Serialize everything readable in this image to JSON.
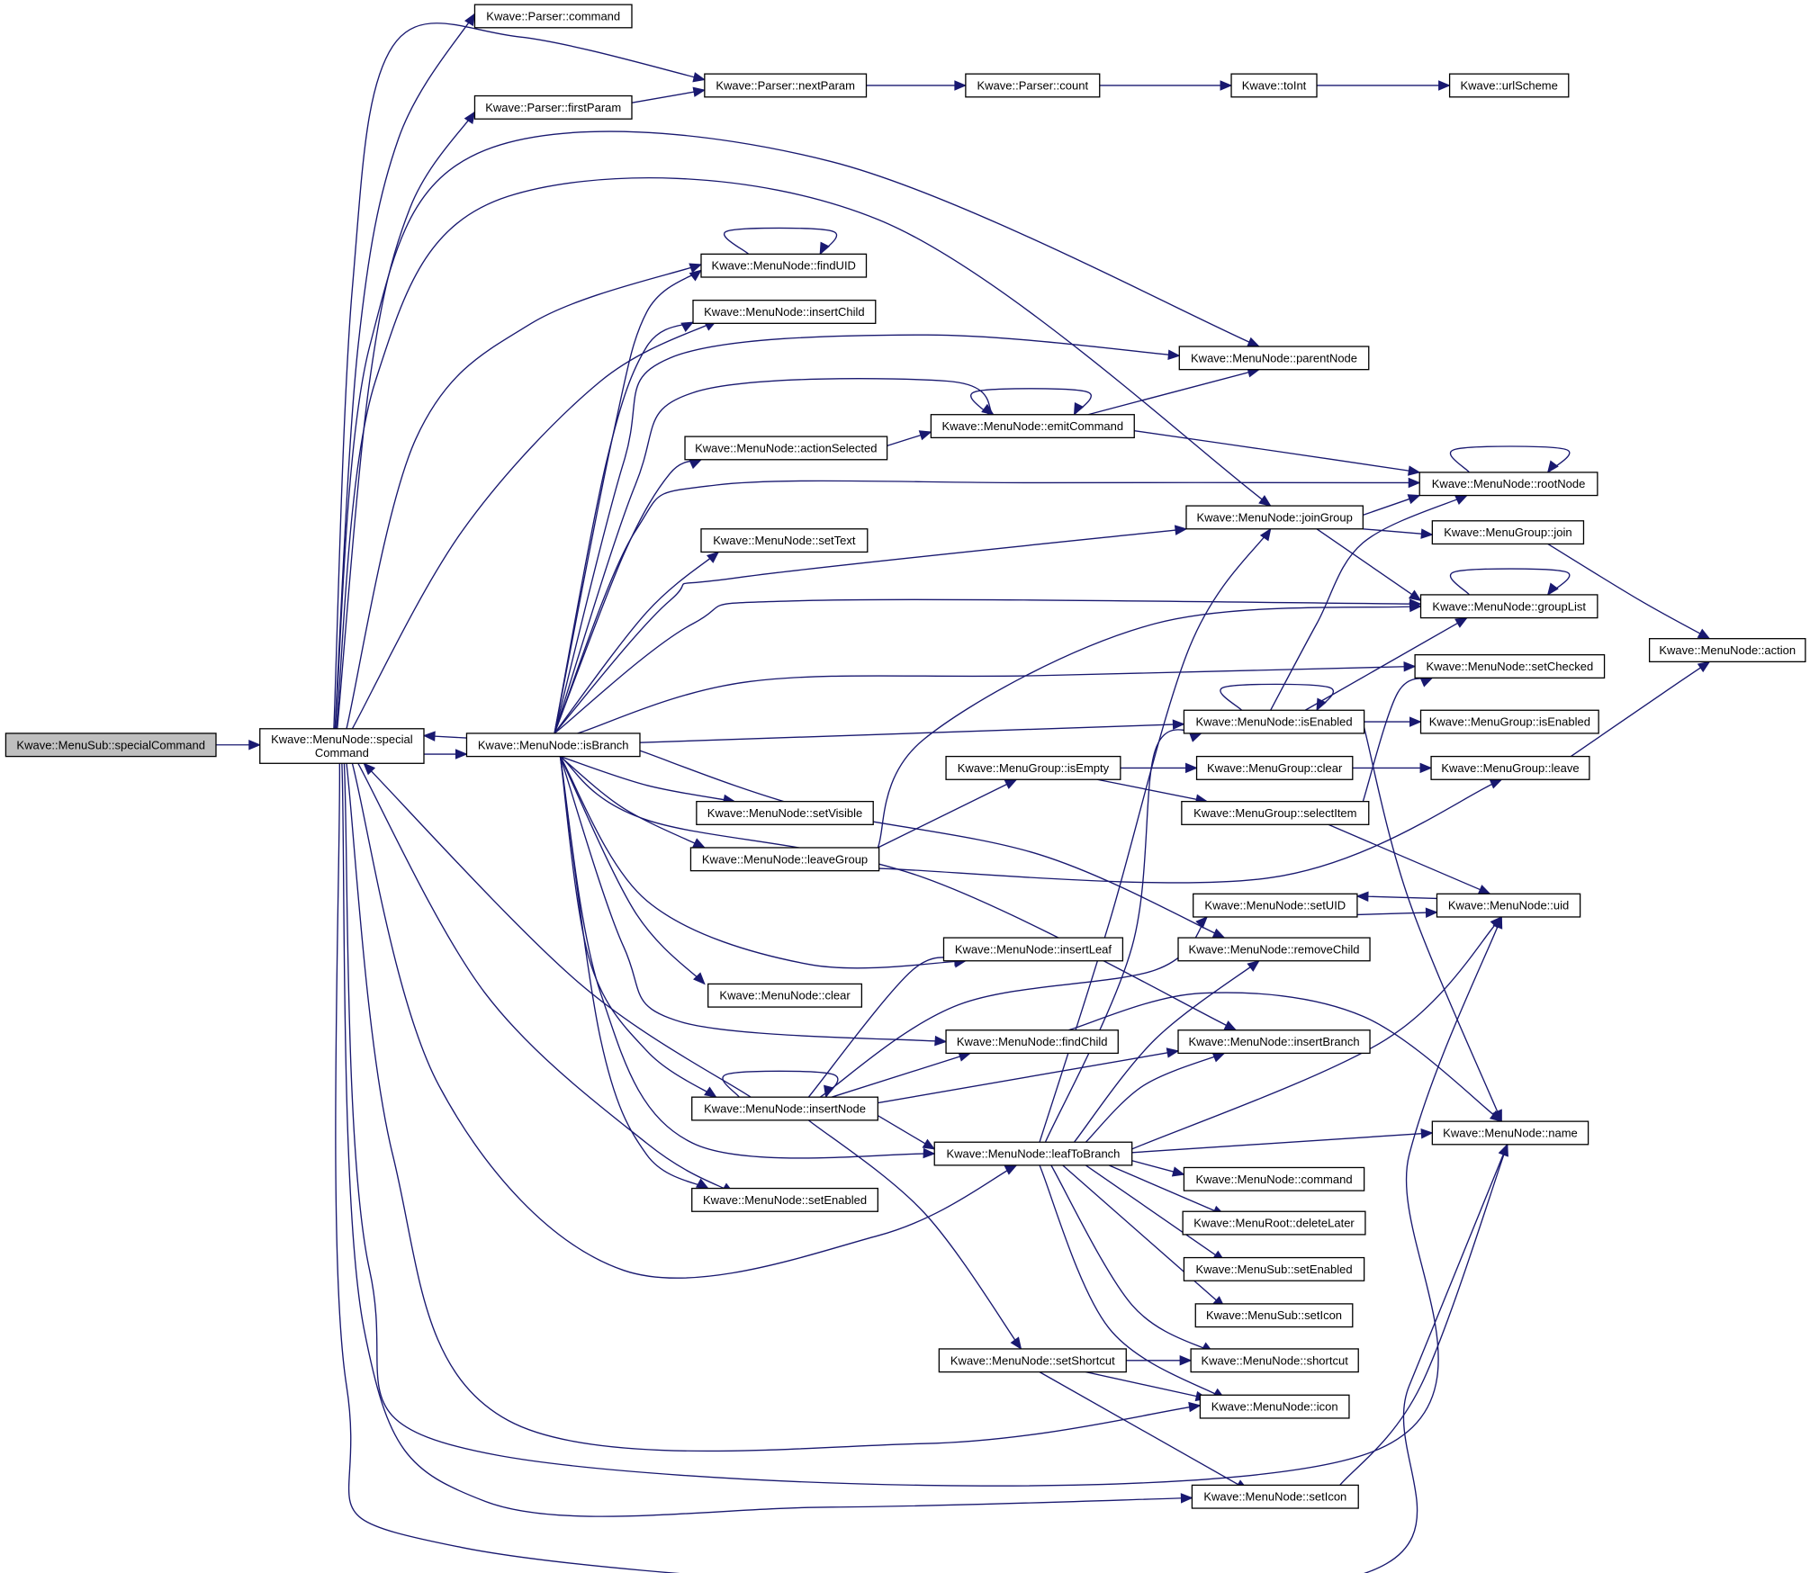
{
  "diagram": {
    "type": "call-graph",
    "edge_color": "#191970",
    "root_fill": "#bfbfbf",
    "nodes": [
      {
        "id": "menusub_specialcommand",
        "label": "Kwave::MenuSub::specialCommand",
        "root": true
      },
      {
        "id": "specialcommand",
        "label": "Kwave::MenuNode::special\nCommand"
      },
      {
        "id": "isbranch",
        "label": "Kwave::MenuNode::isBranch"
      },
      {
        "id": "parser_command",
        "label": "Kwave::Parser::command"
      },
      {
        "id": "parser_firstparam",
        "label": "Kwave::Parser::firstParam"
      },
      {
        "id": "parser_nextparam",
        "label": "Kwave::Parser::nextParam"
      },
      {
        "id": "parser_count",
        "label": "Kwave::Parser::count"
      },
      {
        "id": "toint",
        "label": "Kwave::toInt"
      },
      {
        "id": "urlscheme",
        "label": "Kwave::urlScheme"
      },
      {
        "id": "finduid",
        "label": "Kwave::MenuNode::findUID"
      },
      {
        "id": "insertchild",
        "label": "Kwave::MenuNode::insertChild"
      },
      {
        "id": "parentnode",
        "label": "Kwave::MenuNode::parentNode"
      },
      {
        "id": "actionselected",
        "label": "Kwave::MenuNode::actionSelected"
      },
      {
        "id": "emitcommand",
        "label": "Kwave::MenuNode::emitCommand"
      },
      {
        "id": "rootnode",
        "label": "Kwave::MenuNode::rootNode"
      },
      {
        "id": "settext",
        "label": "Kwave::MenuNode::setText"
      },
      {
        "id": "joingroup",
        "label": "Kwave::MenuNode::joinGroup"
      },
      {
        "id": "menugroup_join",
        "label": "Kwave::MenuGroup::join"
      },
      {
        "id": "grouplist",
        "label": "Kwave::MenuNode::groupList"
      },
      {
        "id": "action",
        "label": "Kwave::MenuNode::action"
      },
      {
        "id": "setchecked",
        "label": "Kwave::MenuNode::setChecked"
      },
      {
        "id": "isenabled",
        "label": "Kwave::MenuNode::isEnabled"
      },
      {
        "id": "menugroup_isenabled",
        "label": "Kwave::MenuGroup::isEnabled"
      },
      {
        "id": "menugroup_isempty",
        "label": "Kwave::MenuGroup::isEmpty"
      },
      {
        "id": "menugroup_clear",
        "label": "Kwave::MenuGroup::clear"
      },
      {
        "id": "menugroup_leave",
        "label": "Kwave::MenuGroup::leave"
      },
      {
        "id": "setvisible",
        "label": "Kwave::MenuNode::setVisible"
      },
      {
        "id": "menugroup_selectitem",
        "label": "Kwave::MenuGroup::selectItem"
      },
      {
        "id": "leavegroup",
        "label": "Kwave::MenuNode::leaveGroup"
      },
      {
        "id": "setuid",
        "label": "Kwave::MenuNode::setUID"
      },
      {
        "id": "uid",
        "label": "Kwave::MenuNode::uid"
      },
      {
        "id": "insertleaf",
        "label": "Kwave::MenuNode::insertLeaf"
      },
      {
        "id": "removechild",
        "label": "Kwave::MenuNode::removeChild"
      },
      {
        "id": "menunode_clear",
        "label": "Kwave::MenuNode::clear"
      },
      {
        "id": "findchild",
        "label": "Kwave::MenuNode::findChild"
      },
      {
        "id": "insertbranch",
        "label": "Kwave::MenuNode::insertBranch"
      },
      {
        "id": "insertnode",
        "label": "Kwave::MenuNode::insertNode"
      },
      {
        "id": "name",
        "label": "Kwave::MenuNode::name"
      },
      {
        "id": "leaftobranch",
        "label": "Kwave::MenuNode::leafToBranch"
      },
      {
        "id": "setenabled",
        "label": "Kwave::MenuNode::setEnabled"
      },
      {
        "id": "command",
        "label": "Kwave::MenuNode::command"
      },
      {
        "id": "deletelater",
        "label": "Kwave::MenuRoot::deleteLater"
      },
      {
        "id": "menusub_setenabled",
        "label": "Kwave::MenuSub::setEnabled"
      },
      {
        "id": "menusub_seticon",
        "label": "Kwave::MenuSub::setIcon"
      },
      {
        "id": "setshortcut",
        "label": "Kwave::MenuNode::setShortcut"
      },
      {
        "id": "shortcut",
        "label": "Kwave::MenuNode::shortcut"
      },
      {
        "id": "icon",
        "label": "Kwave::MenuNode::icon"
      },
      {
        "id": "seticon",
        "label": "Kwave::MenuNode::setIcon"
      }
    ],
    "edges": [
      {
        "from": "menusub_specialcommand",
        "to": "specialcommand"
      },
      {
        "from": "specialcommand",
        "to": "isbranch"
      },
      {
        "from": "isbranch",
        "to": "specialcommand"
      },
      {
        "from": "specialcommand",
        "to": "parser_command"
      },
      {
        "from": "specialcommand",
        "to": "parser_firstparam"
      },
      {
        "from": "specialcommand",
        "to": "parser_nextparam"
      },
      {
        "from": "parser_firstparam",
        "to": "parser_nextparam"
      },
      {
        "from": "parser_nextparam",
        "to": "parser_count"
      },
      {
        "from": "parser_count",
        "to": "toint"
      },
      {
        "from": "toint",
        "to": "urlscheme"
      },
      {
        "from": "specialcommand",
        "to": "parentnode"
      },
      {
        "from": "specialcommand",
        "to": "joingroup"
      },
      {
        "from": "specialcommand",
        "to": "finduid"
      },
      {
        "from": "specialcommand",
        "to": "insertchild"
      },
      {
        "from": "specialcommand",
        "to": "setenabled"
      },
      {
        "from": "specialcommand",
        "to": "leaftobranch"
      },
      {
        "from": "specialcommand",
        "to": "icon"
      },
      {
        "from": "specialcommand",
        "to": "uid"
      },
      {
        "from": "specialcommand",
        "to": "seticon"
      },
      {
        "from": "specialcommand",
        "to": "name"
      },
      {
        "from": "finduid",
        "to": "finduid"
      },
      {
        "from": "isbranch",
        "to": "finduid"
      },
      {
        "from": "isbranch",
        "to": "insertchild"
      },
      {
        "from": "isbranch",
        "to": "parentnode"
      },
      {
        "from": "isbranch",
        "to": "emitcommand"
      },
      {
        "from": "isbranch",
        "to": "actionselected"
      },
      {
        "from": "isbranch",
        "to": "rootnode"
      },
      {
        "from": "isbranch",
        "to": "settext"
      },
      {
        "from": "isbranch",
        "to": "joingroup"
      },
      {
        "from": "isbranch",
        "to": "grouplist"
      },
      {
        "from": "isbranch",
        "to": "setchecked"
      },
      {
        "from": "isbranch",
        "to": "isenabled"
      },
      {
        "from": "isbranch",
        "to": "setvisible"
      },
      {
        "from": "isbranch",
        "to": "leavegroup"
      },
      {
        "from": "isbranch",
        "to": "removechild"
      },
      {
        "from": "isbranch",
        "to": "insertleaf"
      },
      {
        "from": "isbranch",
        "to": "menunode_clear"
      },
      {
        "from": "isbranch",
        "to": "findchild"
      },
      {
        "from": "isbranch",
        "to": "insertbranch"
      },
      {
        "from": "isbranch",
        "to": "insertnode"
      },
      {
        "from": "isbranch",
        "to": "leaftobranch"
      },
      {
        "from": "isbranch",
        "to": "setenabled"
      },
      {
        "from": "actionselected",
        "to": "emitcommand"
      },
      {
        "from": "emitcommand",
        "to": "emitcommand"
      },
      {
        "from": "emitcommand",
        "to": "parentnode"
      },
      {
        "from": "emitcommand",
        "to": "rootnode"
      },
      {
        "from": "rootnode",
        "to": "rootnode"
      },
      {
        "from": "joingroup",
        "to": "rootnode"
      },
      {
        "from": "joingroup",
        "to": "menugroup_join"
      },
      {
        "from": "joingroup",
        "to": "grouplist"
      },
      {
        "from": "menugroup_join",
        "to": "action"
      },
      {
        "from": "grouplist",
        "to": "grouplist"
      },
      {
        "from": "isenabled",
        "to": "isenabled"
      },
      {
        "from": "isenabled",
        "to": "rootnode"
      },
      {
        "from": "isenabled",
        "to": "grouplist"
      },
      {
        "from": "isenabled",
        "to": "menugroup_isenabled"
      },
      {
        "from": "isenabled",
        "to": "name"
      },
      {
        "from": "leavegroup",
        "to": "grouplist"
      },
      {
        "from": "leavegroup",
        "to": "menugroup_isempty"
      },
      {
        "from": "leavegroup",
        "to": "menugroup_leave"
      },
      {
        "from": "menugroup_isempty",
        "to": "menugroup_clear"
      },
      {
        "from": "menugroup_isempty",
        "to": "menugroup_selectitem"
      },
      {
        "from": "menugroup_clear",
        "to": "menugroup_leave"
      },
      {
        "from": "menugroup_leave",
        "to": "action"
      },
      {
        "from": "menugroup_selectitem",
        "to": "setchecked"
      },
      {
        "from": "menugroup_selectitem",
        "to": "uid"
      },
      {
        "from": "setuid",
        "to": "uid"
      },
      {
        "from": "uid",
        "to": "setuid"
      },
      {
        "from": "findchild",
        "to": "name"
      },
      {
        "from": "insertnode",
        "to": "insertnode"
      },
      {
        "from": "insertnode",
        "to": "specialcommand"
      },
      {
        "from": "insertnode",
        "to": "insertleaf"
      },
      {
        "from": "insertnode",
        "to": "setuid"
      },
      {
        "from": "insertnode",
        "to": "findchild"
      },
      {
        "from": "insertnode",
        "to": "insertbranch"
      },
      {
        "from": "insertnode",
        "to": "leaftobranch"
      },
      {
        "from": "insertnode",
        "to": "setshortcut"
      },
      {
        "from": "leaftobranch",
        "to": "joingroup"
      },
      {
        "from": "leaftobranch",
        "to": "isenabled"
      },
      {
        "from": "leaftobranch",
        "to": "removechild"
      },
      {
        "from": "leaftobranch",
        "to": "insertbranch"
      },
      {
        "from": "leaftobranch",
        "to": "uid"
      },
      {
        "from": "leaftobranch",
        "to": "name"
      },
      {
        "from": "leaftobranch",
        "to": "command"
      },
      {
        "from": "leaftobranch",
        "to": "deletelater"
      },
      {
        "from": "leaftobranch",
        "to": "menusub_setenabled"
      },
      {
        "from": "leaftobranch",
        "to": "menusub_seticon"
      },
      {
        "from": "leaftobranch",
        "to": "shortcut"
      },
      {
        "from": "leaftobranch",
        "to": "icon"
      },
      {
        "from": "setshortcut",
        "to": "shortcut"
      },
      {
        "from": "setshortcut",
        "to": "icon"
      },
      {
        "from": "setshortcut",
        "to": "seticon"
      },
      {
        "from": "seticon",
        "to": "name"
      }
    ]
  }
}
